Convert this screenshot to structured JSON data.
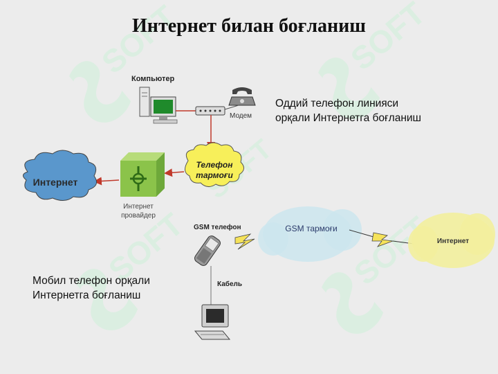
{
  "title": "Интернет билан боғланиш",
  "watermark_text": "SOFT",
  "colors": {
    "background": "#ececec",
    "cloud_blue": "#5a97cc",
    "cloud_yellow": "#f3f09d",
    "cloud_gsm": "#cce6ee",
    "provider_green": "#8bc34a",
    "arrow_red": "#c0392b",
    "lightning": "#f5e25a"
  },
  "labels": {
    "computer": "Компьютер",
    "modem": "Модем",
    "phone_network_line1": "Телефон",
    "phone_network_line2": "тармоғи",
    "internet_left": "Интернет",
    "provider_line1": "Интернет",
    "provider_line2": "провайдер",
    "gsm_phone": "GSM телефон",
    "gsm_network": "GSM тармоғи",
    "internet_right": "Интернет",
    "cable": "Кабель"
  },
  "captions": {
    "landline_line1": "Оддий телефон линияси",
    "landline_line2": "орқали Интернетга боғланиш",
    "mobile_line1": "Мобил телефон орқали",
    "mobile_line2": "Интернетга боғланиш"
  }
}
